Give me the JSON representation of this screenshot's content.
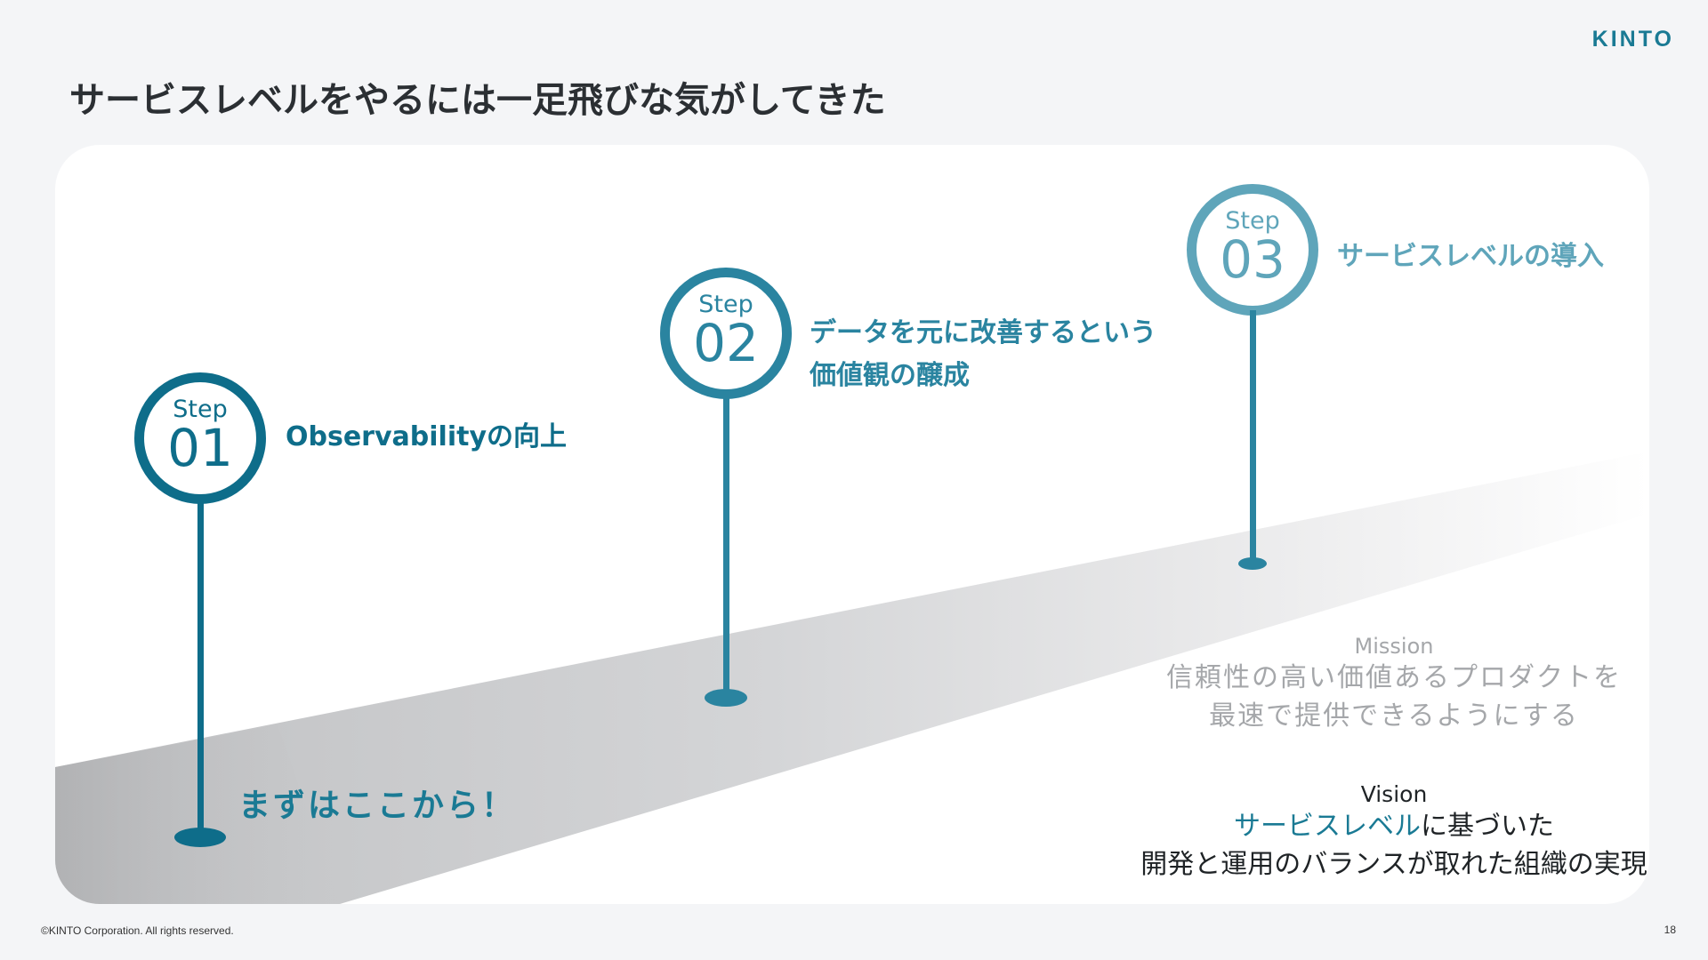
{
  "brand": {
    "logo": "KINTO",
    "accent": "#1a7a94"
  },
  "title": "サービスレベルをやるには一足飛びな気がしてきた",
  "steps": [
    {
      "word": "Step",
      "num": "01",
      "label": "Observabilityの向上",
      "color": "#0e6d8a"
    },
    {
      "word": "Step",
      "num": "02",
      "label_lines": [
        "データを元に改善するという",
        "価値観の醸成"
      ],
      "color": "#2a84a0"
    },
    {
      "word": "Step",
      "num": "03",
      "label": "サービスレベルの導入",
      "color": "#5fa5ba"
    }
  ],
  "lead": "まずはここから！",
  "mission": {
    "heading": "Mission",
    "lines": [
      "信頼性の高い価値あるプロダクトを",
      "最速で提供できるようにする"
    ]
  },
  "vision": {
    "heading": "Vision",
    "accent": "サービスレベル",
    "rest": "に基づいた",
    "line2": "開発と運用のバランスが取れた組織の実現"
  },
  "footer": {
    "copyright": "©KINTO Corporation. All rights reserved.",
    "page": "18"
  }
}
